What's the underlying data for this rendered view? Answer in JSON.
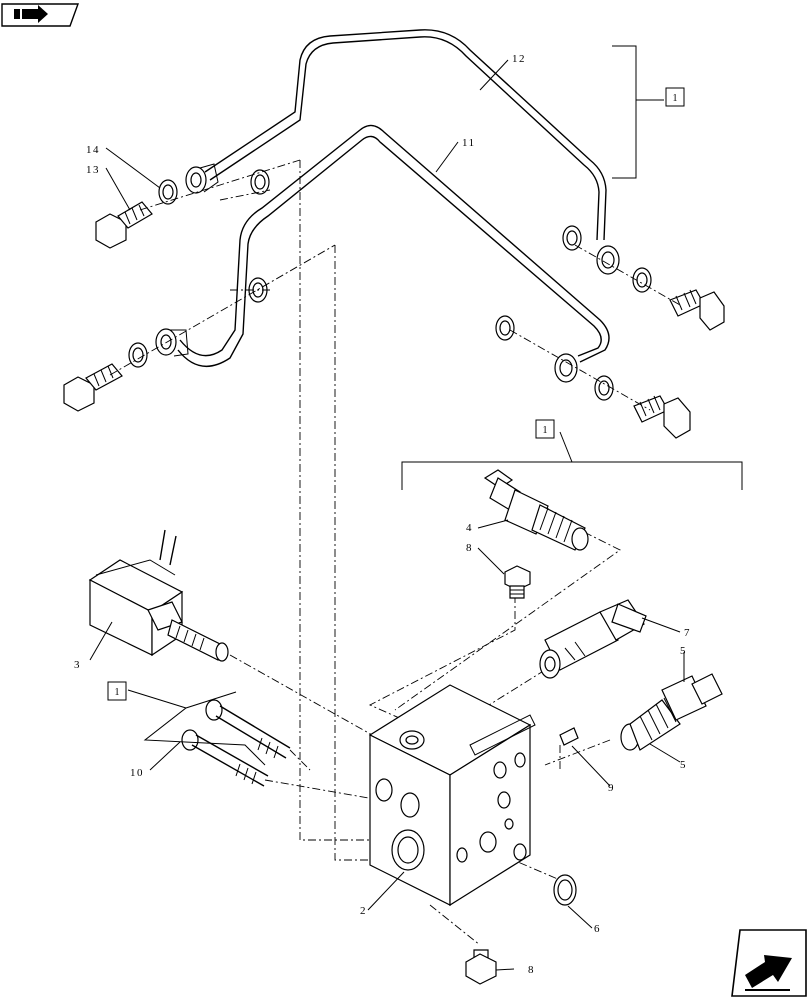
{
  "diagram": {
    "callouts": {
      "c1": "1",
      "c2": "1",
      "c3": "1",
      "n2": "2",
      "n3": "3",
      "n4": "4",
      "n5a": "5",
      "n5b": "5",
      "n6": "6",
      "n7": "7",
      "n8a": "8",
      "n8b": "8",
      "n9": "9",
      "n10": "10",
      "n11": "11",
      "n12": "12",
      "n13": "13",
      "n14": "14"
    }
  },
  "nav": {
    "top_icon": "book-arrow-icon",
    "bottom_icon": "next-page-arrow-icon"
  }
}
